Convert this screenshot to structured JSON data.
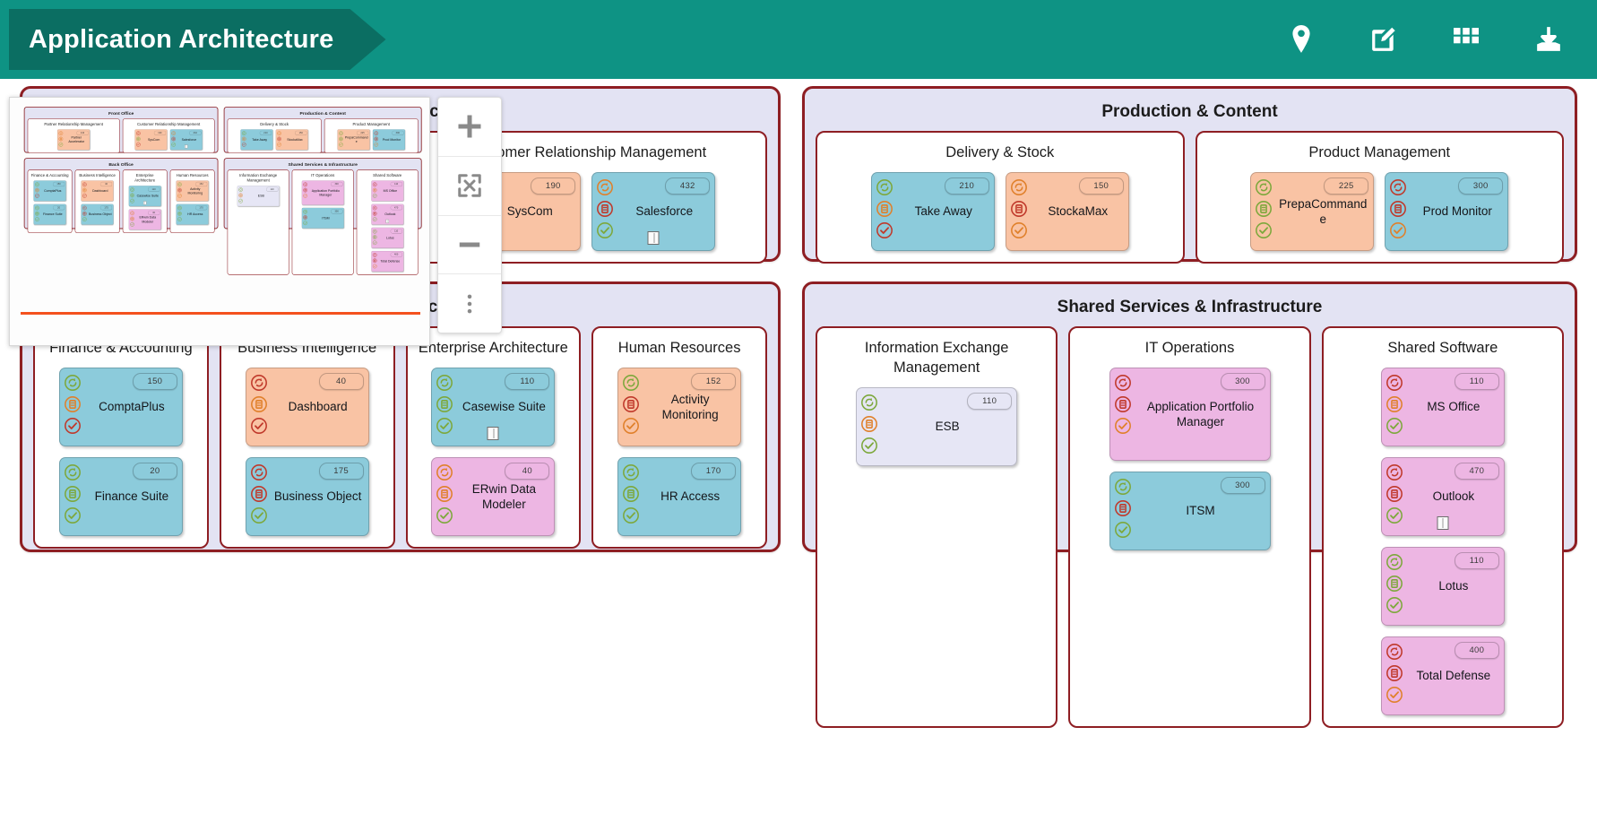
{
  "header": {
    "title": "Application Architecture",
    "icons": [
      {
        "name": "location-pin-icon",
        "label": "Location"
      },
      {
        "name": "edit-icon",
        "label": "Edit"
      },
      {
        "name": "grid-apps-icon",
        "label": "Apps"
      },
      {
        "name": "download-icon",
        "label": "Download"
      }
    ]
  },
  "zoom_toolbar": {
    "buttons": [
      {
        "name": "zoom-in-button",
        "label": "+"
      },
      {
        "name": "fit-to-screen-button",
        "label": "Fit"
      },
      {
        "name": "zoom-out-button",
        "label": "−"
      },
      {
        "name": "more-options-button",
        "label": "⋮"
      }
    ]
  },
  "colors": {
    "header_bg": "#0E9384",
    "header_chevron": "#0B6E62",
    "domain_border": "#8E1E23",
    "domain_fill": "#E3E3F3",
    "card_blue": "#8CCBDB",
    "card_orange": "#F9C3A4",
    "card_pink": "#EDB6E3",
    "card_white": "#E6E6F5",
    "viewport_marker": "#F4511E"
  },
  "diagram": {
    "domains": [
      {
        "title": "Front Office",
        "capabilities": [
          {
            "title": "Partner Relationship Management",
            "apps": [
              {
                "name": "Partner Accelerator",
                "badge": "210",
                "fill": "orange",
                "note": false,
                "icons": [
                  "orange",
                  "orange",
                  "green"
                ]
              }
            ]
          },
          {
            "title": "Customer Relationship Management",
            "apps": [
              {
                "name": "SysCom",
                "badge": "190",
                "fill": "orange",
                "note": false,
                "icons": [
                  "red",
                  "green",
                  "red"
                ]
              },
              {
                "name": "Salesforce",
                "badge": "432",
                "fill": "blue",
                "note": true,
                "icons": [
                  "orange",
                  "red",
                  "green"
                ]
              }
            ]
          }
        ]
      },
      {
        "title": "Production & Content",
        "capabilities": [
          {
            "title": "Delivery & Stock",
            "apps": [
              {
                "name": "Take Away",
                "badge": "210",
                "fill": "blue",
                "note": false,
                "icons": [
                  "green",
                  "orange",
                  "red"
                ]
              },
              {
                "name": "StockaMax",
                "badge": "150",
                "fill": "orange",
                "note": false,
                "icons": [
                  "orange",
                  "red",
                  "orange"
                ]
              }
            ]
          },
          {
            "title": "Product Management",
            "apps": [
              {
                "name": "PrepaCommande",
                "badge": "225",
                "fill": "orange",
                "note": false,
                "icons": [
                  "green",
                  "green",
                  "green"
                ]
              },
              {
                "name": "Prod Monitor",
                "badge": "300",
                "fill": "blue",
                "note": false,
                "icons": [
                  "red",
                  "red",
                  "orange"
                ]
              }
            ]
          }
        ]
      },
      {
        "title": "Back Office",
        "capabilities": [
          {
            "title": "Finance & Accounting",
            "apps": [
              {
                "name": "ComptaPlus",
                "badge": "150",
                "fill": "blue",
                "note": false,
                "icons": [
                  "green",
                  "orange",
                  "red"
                ]
              },
              {
                "name": "Finance Suite",
                "badge": "20",
                "fill": "blue",
                "note": false,
                "icons": [
                  "green",
                  "green",
                  "green"
                ]
              }
            ]
          },
          {
            "title": "Business Intelligence",
            "apps": [
              {
                "name": "Dashboard",
                "badge": "40",
                "fill": "orange",
                "note": false,
                "icons": [
                  "red",
                  "orange",
                  "red"
                ]
              },
              {
                "name": "Business Object",
                "badge": "175",
                "fill": "blue",
                "note": false,
                "icons": [
                  "red",
                  "red",
                  "green"
                ]
              }
            ]
          },
          {
            "title": "Enterprise Architecture",
            "apps": [
              {
                "name": "Casewise Suite",
                "badge": "110",
                "fill": "blue",
                "note": true,
                "icons": [
                  "green",
                  "green",
                  "green"
                ]
              },
              {
                "name": "ERwin Data Modeler",
                "badge": "40",
                "fill": "pink",
                "note": false,
                "icons": [
                  "orange",
                  "orange",
                  "green"
                ]
              }
            ]
          },
          {
            "title": "Human Resources",
            "apps": [
              {
                "name": "Activity Monitoring",
                "badge": "152",
                "fill": "orange",
                "note": false,
                "icons": [
                  "green",
                  "red",
                  "orange"
                ]
              },
              {
                "name": "HR Access",
                "badge": "170",
                "fill": "blue",
                "note": false,
                "icons": [
                  "green",
                  "green",
                  "green"
                ]
              }
            ]
          }
        ]
      },
      {
        "title": "Shared Services & Infrastructure",
        "capabilities": [
          {
            "title": "Information Exchange Management",
            "apps": [
              {
                "name": "ESB",
                "badge": "110",
                "fill": "white",
                "note": false,
                "icons": [
                  "green",
                  "orange",
                  "green"
                ]
              }
            ]
          },
          {
            "title": "IT Operations",
            "apps": [
              {
                "name": "Application Portfolio Manager",
                "badge": "300",
                "fill": "pink",
                "note": false,
                "icons": [
                  "red",
                  "red",
                  "orange"
                ]
              },
              {
                "name": "ITSM",
                "badge": "300",
                "fill": "blue",
                "note": false,
                "icons": [
                  "green",
                  "red",
                  "green"
                ]
              }
            ]
          },
          {
            "title": "Shared Software",
            "apps": [
              {
                "name": "MS Office",
                "badge": "110",
                "fill": "pink",
                "note": false,
                "icons": [
                  "red",
                  "orange",
                  "green"
                ]
              },
              {
                "name": "Outlook",
                "badge": "470",
                "fill": "pink",
                "note": true,
                "icons": [
                  "red",
                  "red",
                  "green"
                ]
              },
              {
                "name": "Lotus",
                "badge": "110",
                "fill": "pink",
                "note": false,
                "icons": [
                  "green",
                  "green",
                  "green"
                ]
              },
              {
                "name": "Total Defense",
                "badge": "400",
                "fill": "pink",
                "note": false,
                "icons": [
                  "red",
                  "red",
                  "orange"
                ]
              }
            ]
          }
        ]
      }
    ]
  }
}
